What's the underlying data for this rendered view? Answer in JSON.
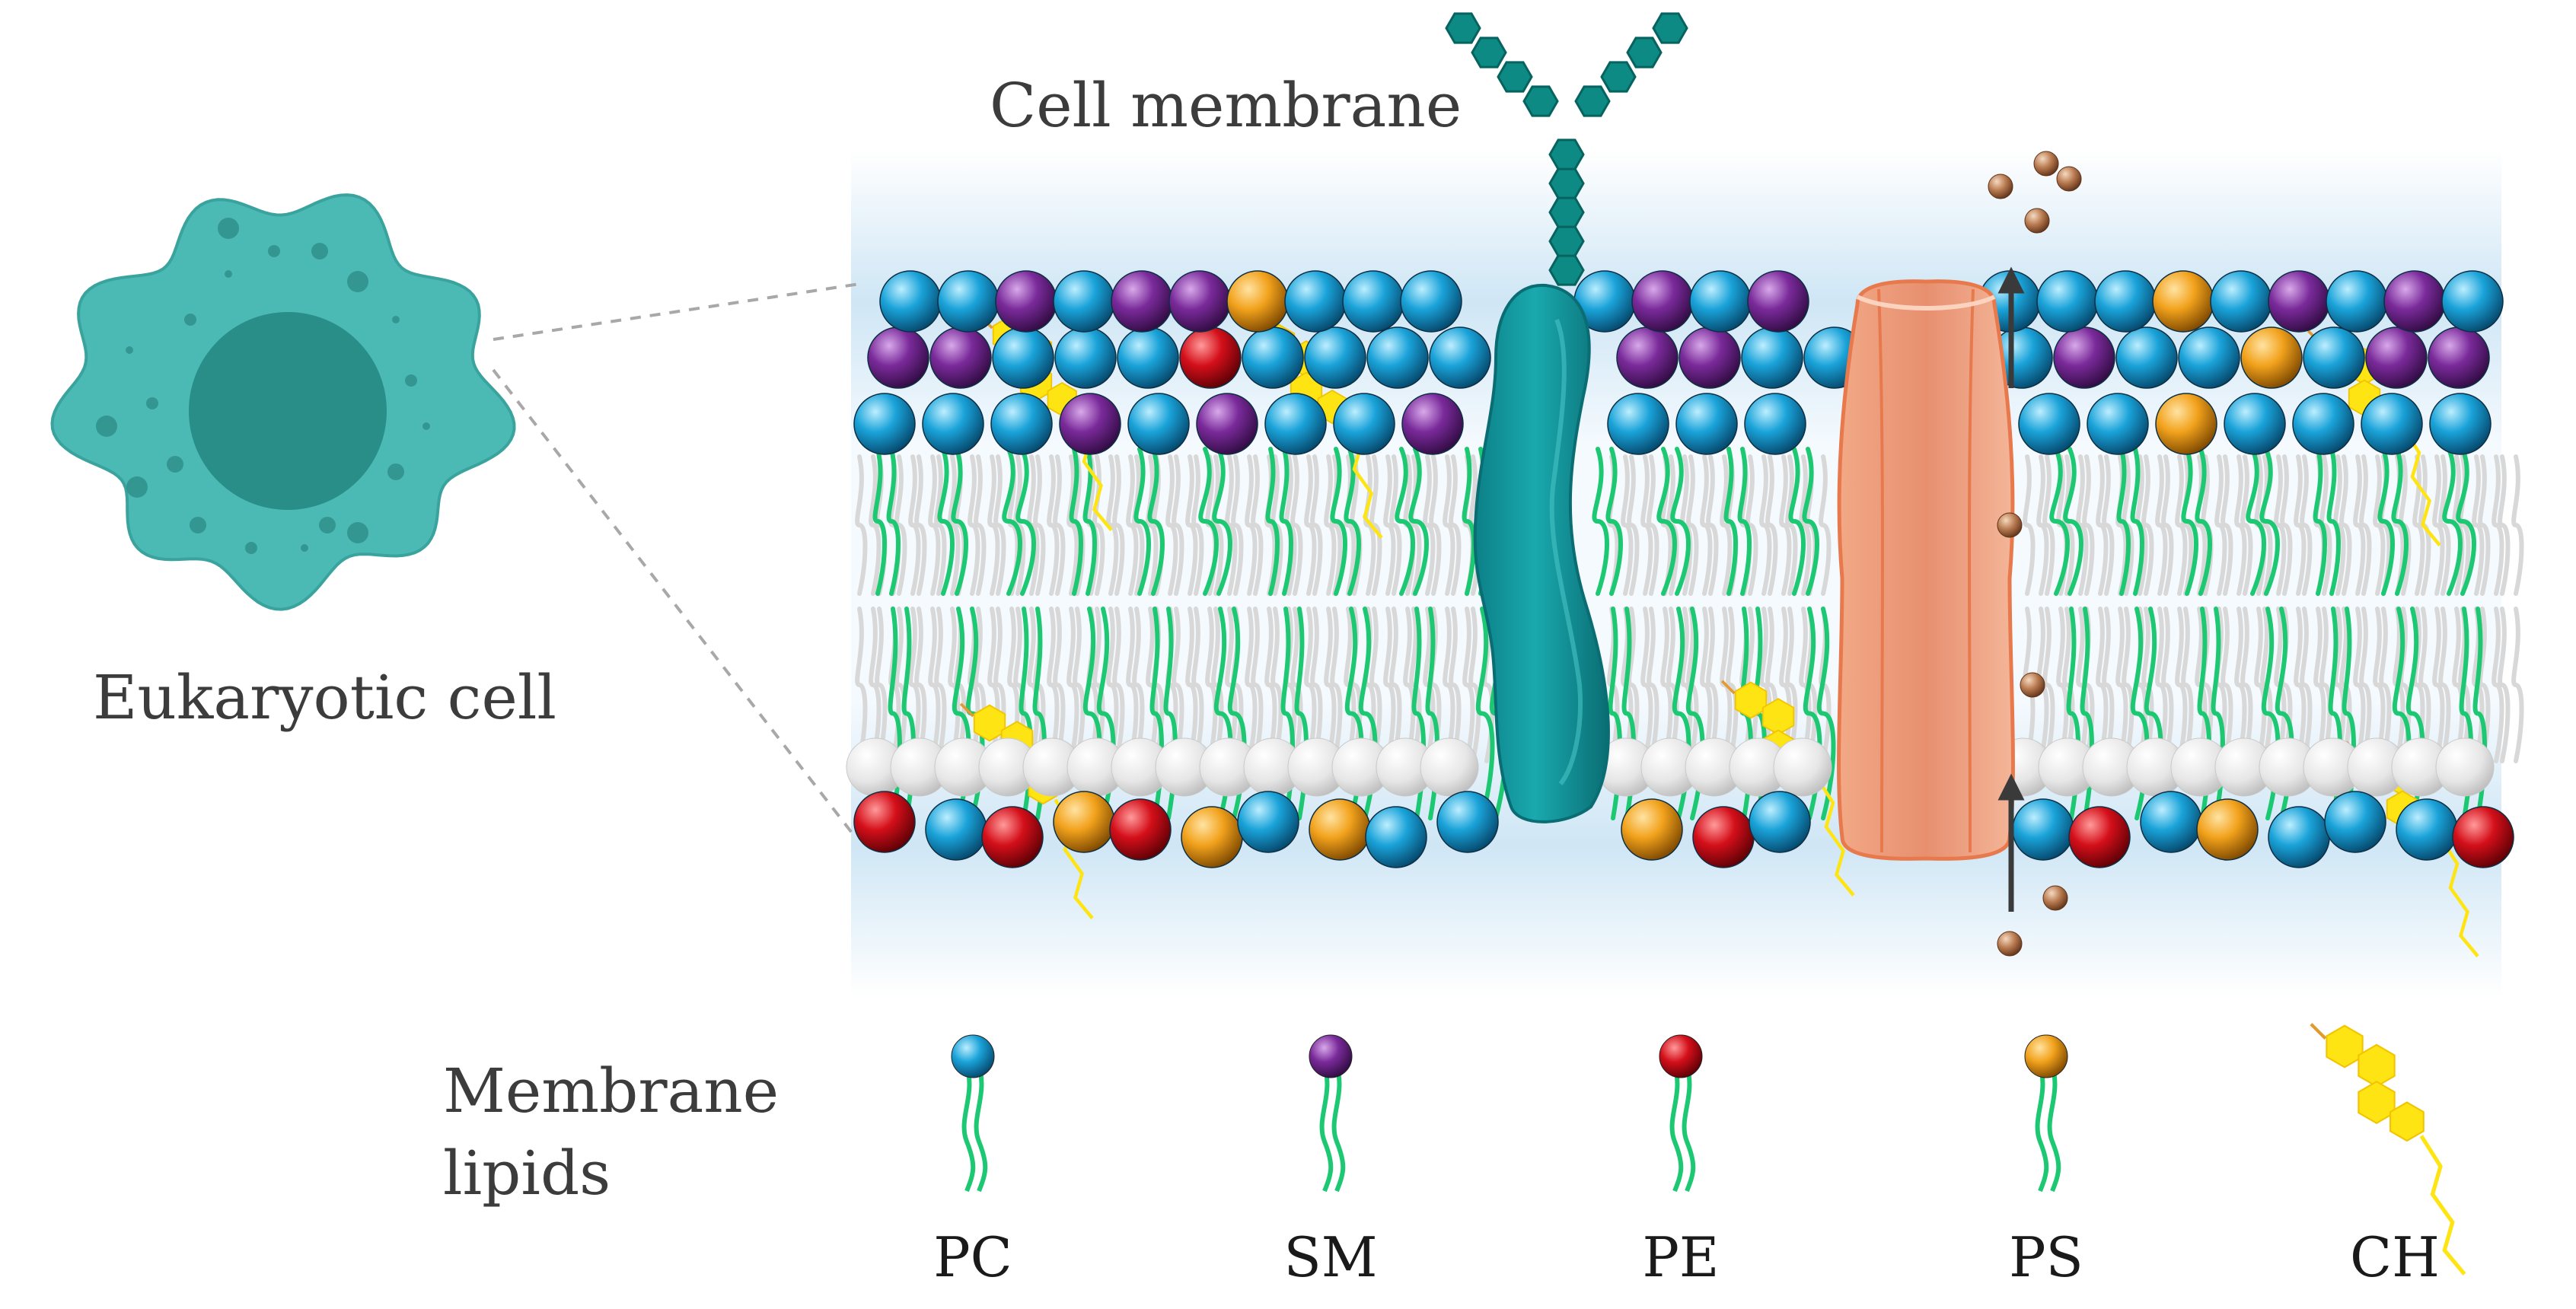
{
  "title": "Cell membrane",
  "cell_label": "Eukaryotic cell",
  "legend": {
    "heading_line1": "Membrane",
    "heading_line2": "lipids",
    "items": [
      {
        "abbr": "PC",
        "color": "#1aa3d9"
      },
      {
        "abbr": "SM",
        "color": "#7a2a9a"
      },
      {
        "abbr": "PE",
        "color": "#d40f1a"
      },
      {
        "abbr": "PS",
        "color": "#f2a21c"
      },
      {
        "abbr": "CH",
        "color": "#ffe414"
      }
    ]
  },
  "colors": {
    "cell": "#4bbab4",
    "nucleus": "#2a8e88",
    "protein": "#17a4a8",
    "glycan": "#0e8a84",
    "channel": "#f5b393",
    "tail": "#1dc873",
    "particle": "#b87a50",
    "band": "#cfe6f5"
  }
}
